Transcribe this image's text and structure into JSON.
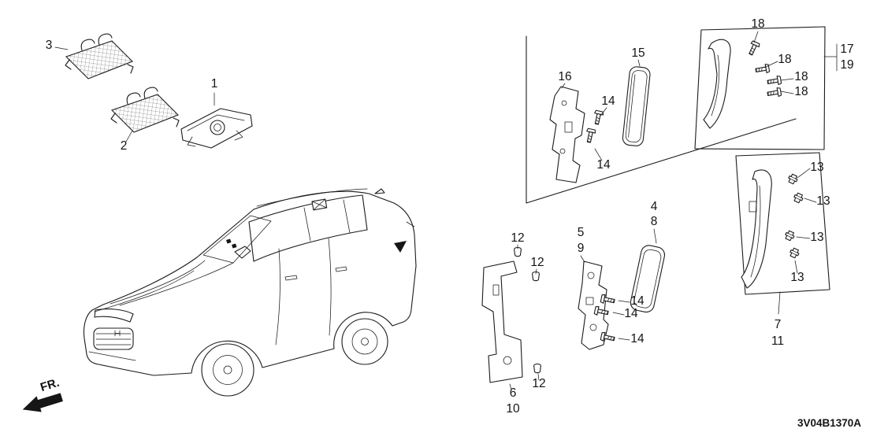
{
  "diagram": {
    "code": "3V04B1370A",
    "direction_label": "FR."
  },
  "colors": {
    "line": "#1c1c1c",
    "background": "#ffffff"
  },
  "callouts": [
    {
      "label": "1"
    },
    {
      "label": "2"
    },
    {
      "label": "3"
    },
    {
      "label": "16"
    },
    {
      "label": "14"
    },
    {
      "label": "14"
    },
    {
      "label": "15"
    },
    {
      "label": "18"
    },
    {
      "label": "18"
    },
    {
      "label": "18"
    },
    {
      "label": "18"
    },
    {
      "label": "17"
    },
    {
      "label": "19"
    },
    {
      "label": "13"
    },
    {
      "label": "13"
    },
    {
      "label": "13"
    },
    {
      "label": "13"
    },
    {
      "label": "7"
    },
    {
      "label": "11"
    },
    {
      "label": "4"
    },
    {
      "label": "8"
    },
    {
      "label": "5"
    },
    {
      "label": "9"
    },
    {
      "label": "14"
    },
    {
      "label": "14"
    },
    {
      "label": "14"
    },
    {
      "label": "12"
    },
    {
      "label": "12"
    },
    {
      "label": "12"
    },
    {
      "label": "6"
    },
    {
      "label": "10"
    }
  ]
}
